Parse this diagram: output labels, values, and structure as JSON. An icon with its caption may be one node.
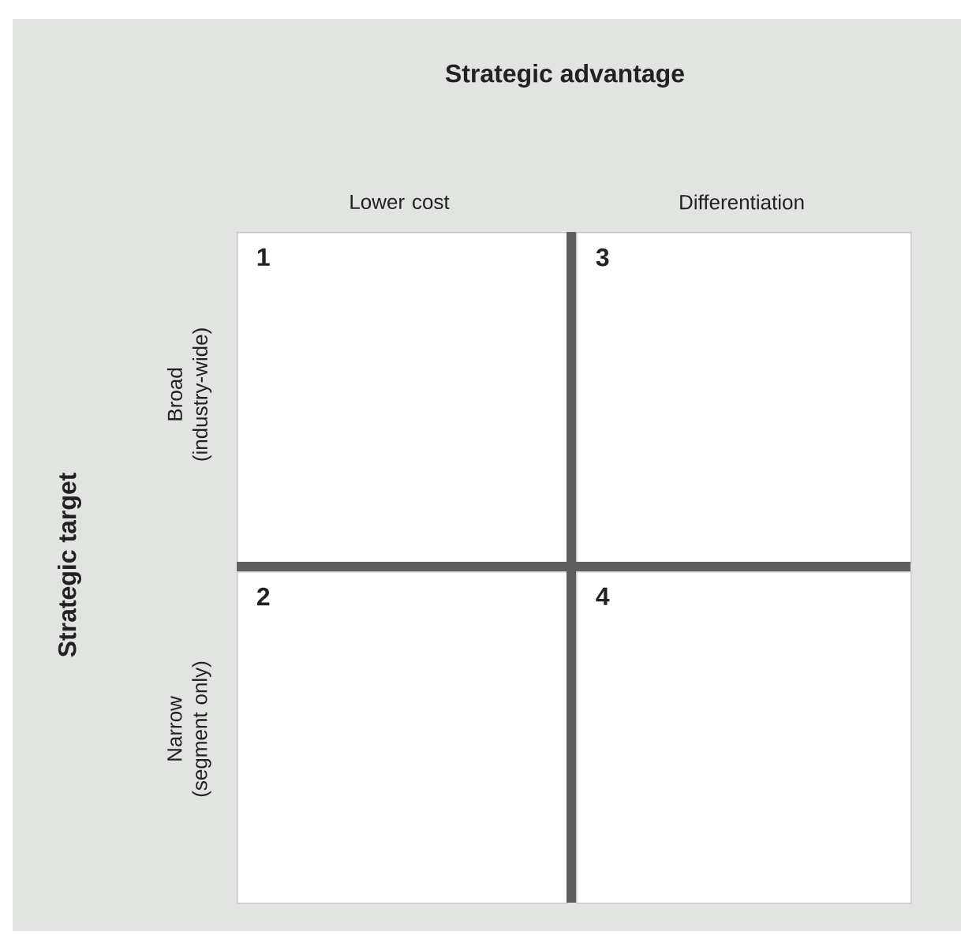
{
  "diagram": {
    "nodes": [
      {
        "text": [
          "1"
        ]
      },
      {
        "text": [
          "3"
        ]
      },
      {
        "text": [
          "2"
        ]
      },
      {
        "text": [
          "4"
        ]
      }
    ],
    "labels": [
      "Strategic advantage",
      "Lower cost",
      "Differentiation",
      "Strategic target",
      "Broad (industry-wide)",
      "Narrow (segment only)"
    ]
  }
}
